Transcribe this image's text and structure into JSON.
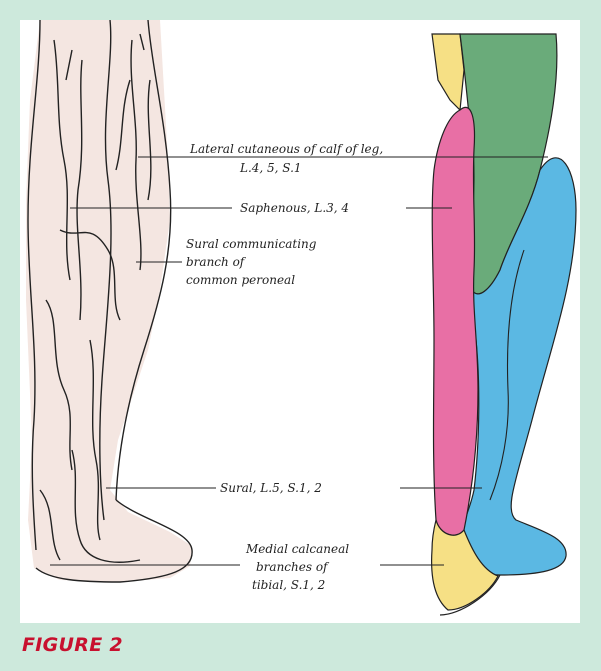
{
  "figure": {
    "caption": "FIGURE 2",
    "labels": {
      "lateral_line1": "Lateral cutaneous of calf of leg,",
      "lateral_line2": "L.4, 5, S.1",
      "saphenous": "Saphenous, L.3, 4",
      "sural_comm_line1": "Sural communicating",
      "sural_comm_line2": "branch of",
      "sural_comm_line3": "common peroneal",
      "sural": "Sural, L.5, S.1, 2",
      "medial_line1": "Medial calcaneal",
      "medial_line2": "branches of",
      "medial_line3": "tibial, S.1, 2"
    },
    "region_colors": {
      "lateral_cutaneous": "#6aab7a",
      "saphenous": "#e86fa5",
      "sural": "#5bb8e3",
      "medial_calcaneal": "#f6e085",
      "skin": "#f4e6e1",
      "background": "#cde9dc",
      "caption": "#c8102e"
    }
  }
}
